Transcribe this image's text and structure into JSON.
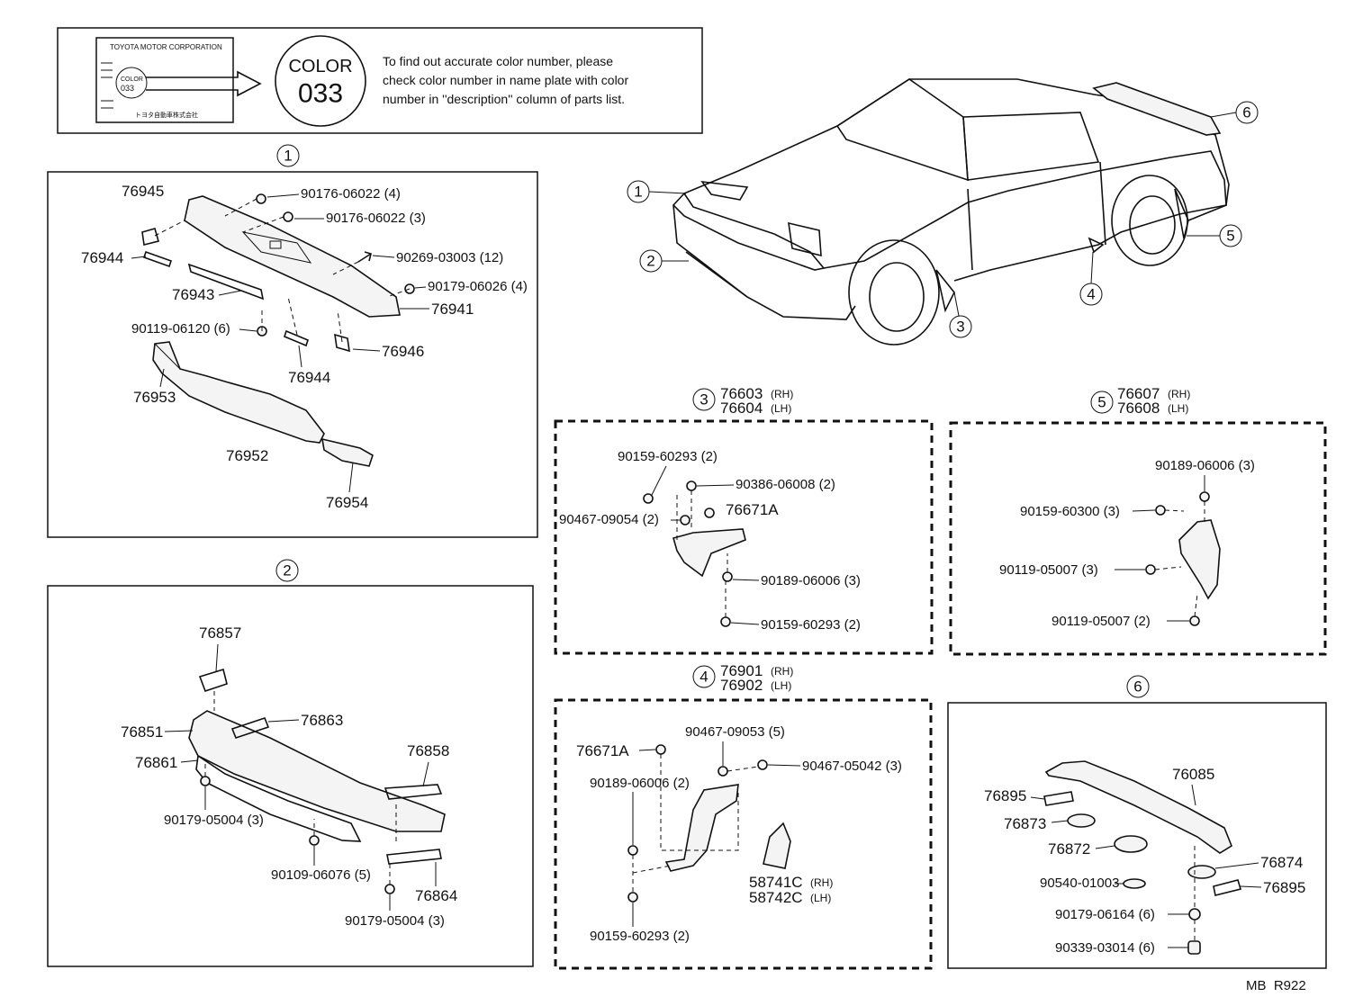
{
  "notice": {
    "plate_header": "TOYOTA MOTOR CORPORATION",
    "plate_color_label": "COLOR",
    "plate_color_code": "033",
    "plate_footer": "トヨタ自動車株式会社",
    "color_label": "COLOR",
    "color_code": "033",
    "text_lines": [
      "To find out accurate color number, please",
      "check color number in name plate with color",
      "number in ''description'' column of parts list."
    ]
  },
  "section_numbers": [
    "1",
    "2",
    "3",
    "4",
    "5",
    "6"
  ],
  "car_callouts": [
    "1",
    "2",
    "3",
    "4",
    "5",
    "6"
  ],
  "section1": {
    "labels": [
      "76945",
      "90176-06022 (4)",
      "90176-06022 (3)",
      "76944",
      "90269-03003 (12)",
      "76943",
      "90179-06026 (4)",
      "76941",
      "90119-06120 (6)",
      "76944",
      "76946",
      "76953",
      "76952",
      "76954"
    ]
  },
  "section2": {
    "labels": [
      "76857",
      "76863",
      "76851",
      "76858",
      "76861",
      "90179-05004 (3)",
      "90109-06076 (5)",
      "76864",
      "90179-05004 (3)"
    ]
  },
  "section3": {
    "title_rh": "76603",
    "rh": "(RH)",
    "title_lh": "76604",
    "lh": "(LH)",
    "labels": [
      "90159-60293 (2)",
      "90386-06008 (2)",
      "90467-09054 (2)",
      "76671A",
      "90189-06006 (3)",
      "90159-60293 (2)"
    ]
  },
  "section4": {
    "title_rh": "76901",
    "rh": "(RH)",
    "title_lh": "76902",
    "lh": "(LH)",
    "labels": [
      "90467-09053 (5)",
      "76671A",
      "90467-05042 (3)",
      "90189-06006 (2)",
      "58741C",
      "58742C",
      "90159-60293 (2)"
    ],
    "suffix_rh": "(RH)",
    "suffix_lh": "(LH)"
  },
  "section5": {
    "title_rh": "76607",
    "rh": "(RH)",
    "title_lh": "76608",
    "lh": "(LH)",
    "labels": [
      "90189-06006 (3)",
      "90159-60300 (3)",
      "90119-05007 (3)",
      "90119-05007 (2)"
    ]
  },
  "section6": {
    "labels": [
      "76085",
      "76895",
      "76873",
      "76872",
      "76874",
      "90540-01003",
      "76895",
      "90179-06164 (6)",
      "90339-03014 (6)"
    ]
  },
  "footer_code": "MB  R922"
}
